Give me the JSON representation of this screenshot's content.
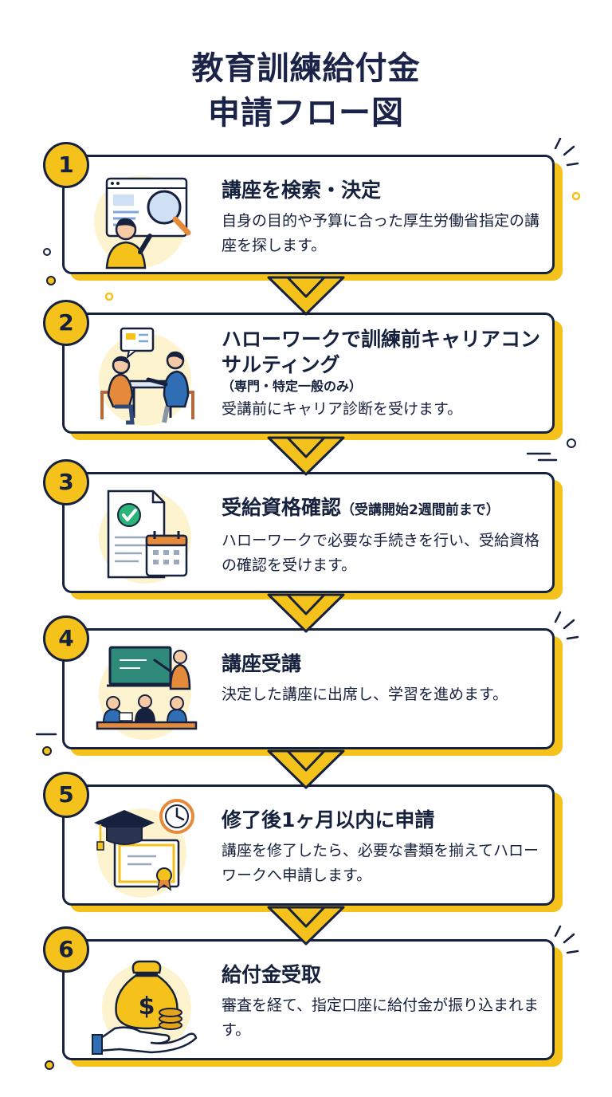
{
  "title": {
    "line1": "教育訓練給付金",
    "line2": "申請フロー図"
  },
  "steps": [
    {
      "number": "1",
      "title": "講座を検索・決定",
      "description": "自身の目的や予算に合った厚生労働省指定の講座を探します。",
      "icon": "magnifier-search-icon"
    },
    {
      "number": "2",
      "title": "ハローワークで訓練前キャリアコンサルティング",
      "subtitle": "（専門・特定一般のみ）",
      "description": "受講前にキャリア診断を受けます。",
      "icon": "consultation-icon"
    },
    {
      "number": "3",
      "title": "受給資格確認",
      "title_note": "（受講開始2週間前まで）",
      "description": "ハローワークで必要な手続きを行い、受給資格の確認を受けます。",
      "icon": "document-check-calendar-icon"
    },
    {
      "number": "4",
      "title": "講座受講",
      "description": "決定した講座に出席し、学習を進めます。",
      "icon": "classroom-icon"
    },
    {
      "number": "5",
      "title": "修了後1ヶ月以内に申請",
      "description": "講座を修了したら、必要な書類を揃えてハローワークへ申請します。",
      "icon": "graduation-certificate-clock-icon"
    },
    {
      "number": "6",
      "title": "給付金受取",
      "description": "審査を経て、指定口座に給付金が振り込まれます。",
      "icon": "money-bag-hand-icon"
    }
  ],
  "colors": {
    "accent": "#f5c21b",
    "ink": "#16213e",
    "icon_blue": "#2f6db5",
    "icon_orange": "#e5893a",
    "icon_bg": "#fdf3cf"
  }
}
